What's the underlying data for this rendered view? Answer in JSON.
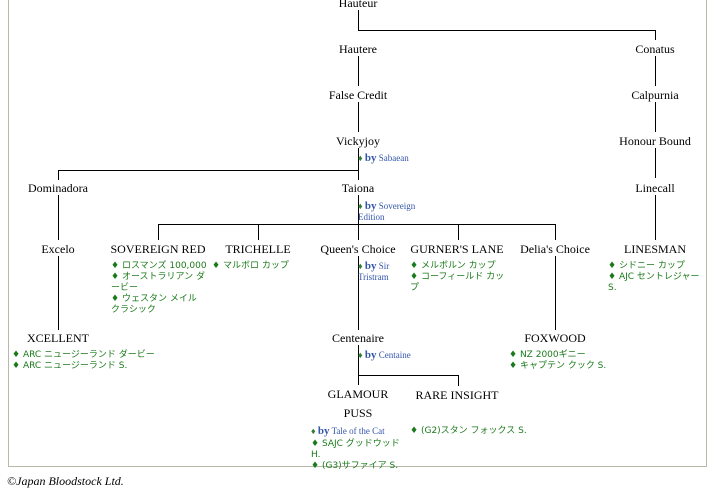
{
  "tree": {
    "nodes": {
      "hauteur": "Hauteur",
      "hautere": "Hautere",
      "conatus": "Conatus",
      "false_credit": "False Credit",
      "calpurnia": "Calpurnia",
      "vickyjoy": "Vickyjoy",
      "honour_bound": "Honour Bound",
      "dominadora": "Dominadora",
      "taiona": "Taiona",
      "linecall": "Linecall",
      "excelo": "Excelo",
      "sovereign_red": "SOVEREIGN RED",
      "trichelle": "TRICHELLE",
      "queens_choice": "Queen's Choice",
      "gurners_lane": "GURNER'S LANE",
      "delias_choice": "Delia's Choice",
      "linesman": "LINESMAN",
      "xcellent": "XCELLENT",
      "centenaire": "Centenaire",
      "foxwood": "FOXWOOD",
      "glamour_puss": "GLAMOUR PUSS",
      "rare_insight": "RARE INSIGHT"
    },
    "sires": {
      "by_word": "by",
      "vickyjoy": "Sabaean",
      "taiona": "Sovereign Edition",
      "queens_choice": "Sir Tristram",
      "centenaire": "Centaine",
      "glamour_puss": "Tale of the Cat"
    },
    "wins": {
      "sovereign_red": [
        "ロスマンズ 100,000",
        "オーストラリアン ダービー",
        "ウェスタン メイル クラシック"
      ],
      "trichelle": [
        "マルボロ カップ"
      ],
      "gurners_lane": [
        "メルボルン カップ",
        "コーフィールド カップ"
      ],
      "linesman": [
        "シドニー カップ",
        "AJC セントレジャー S."
      ],
      "xcellent": [
        "ARC ニュージーランド ダービー",
        "ARC ニュージーランド S."
      ],
      "foxwood": [
        "NZ 2000ギニー",
        "キャプテン クック S."
      ],
      "glamour_puss": [
        "SAJC グッドウッド H.",
        "(G3)サファイア S."
      ],
      "rare_insight": [
        "(G2)スタン フォックス S."
      ]
    }
  },
  "footer": {
    "copyright": "©Japan Bloodstock Ltd."
  }
}
